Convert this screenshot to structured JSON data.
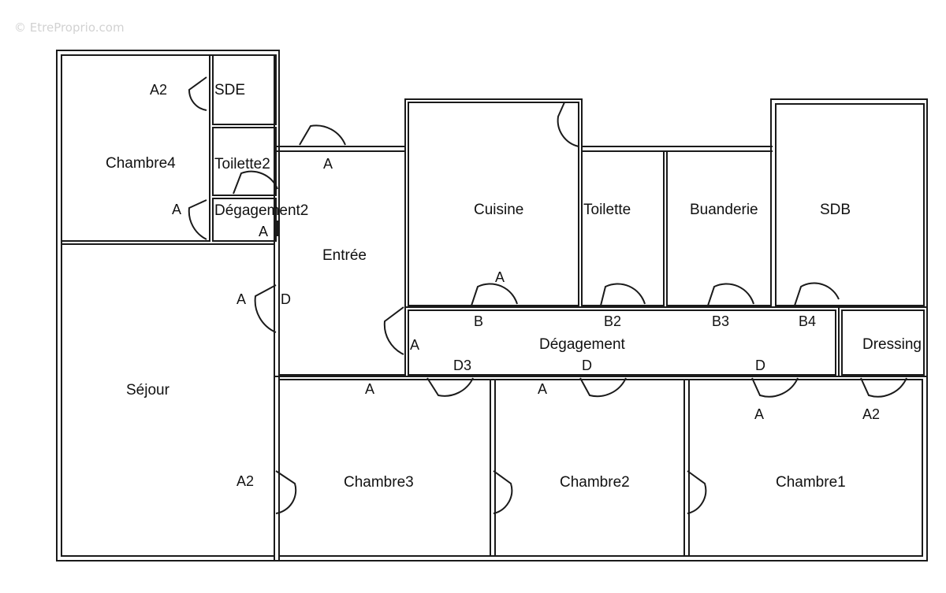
{
  "watermark": "© EtreProprio.com",
  "rooms": {
    "chambre4": "Chambre4",
    "sde": "SDE",
    "toilette2": "Toilette2",
    "degagement2": "Dégagement2",
    "entree": "Entrée",
    "cuisine": "Cuisine",
    "toilette": "Toilette",
    "buanderie": "Buanderie",
    "sdb": "SDB",
    "degagement": "Dégagement",
    "dressing": "Dressing",
    "sejour": "Séjour",
    "chambre3": "Chambre3",
    "chambre2": "Chambre2",
    "chambre1": "Chambre1"
  },
  "door_labels": {
    "chambre4_top": "A2",
    "chambre4_bottom": "A",
    "entree_top": "A",
    "degagement2_bottom": "A",
    "sejour_right": "A",
    "entree_left": "D",
    "cuisine_bottom": "A",
    "degagement_b": "B",
    "degagement_b2": "B2",
    "degagement_b3": "B3",
    "degagement_b4": "B4",
    "entree_right": "A",
    "degagement_d3": "D3",
    "degagement_d_mid": "D",
    "degagement_d_right": "D",
    "chambre3_top": "A",
    "chambre2_top": "A",
    "chambre1_top": "A",
    "dressing_bottom": "A2",
    "sejour_lower": "A2"
  }
}
